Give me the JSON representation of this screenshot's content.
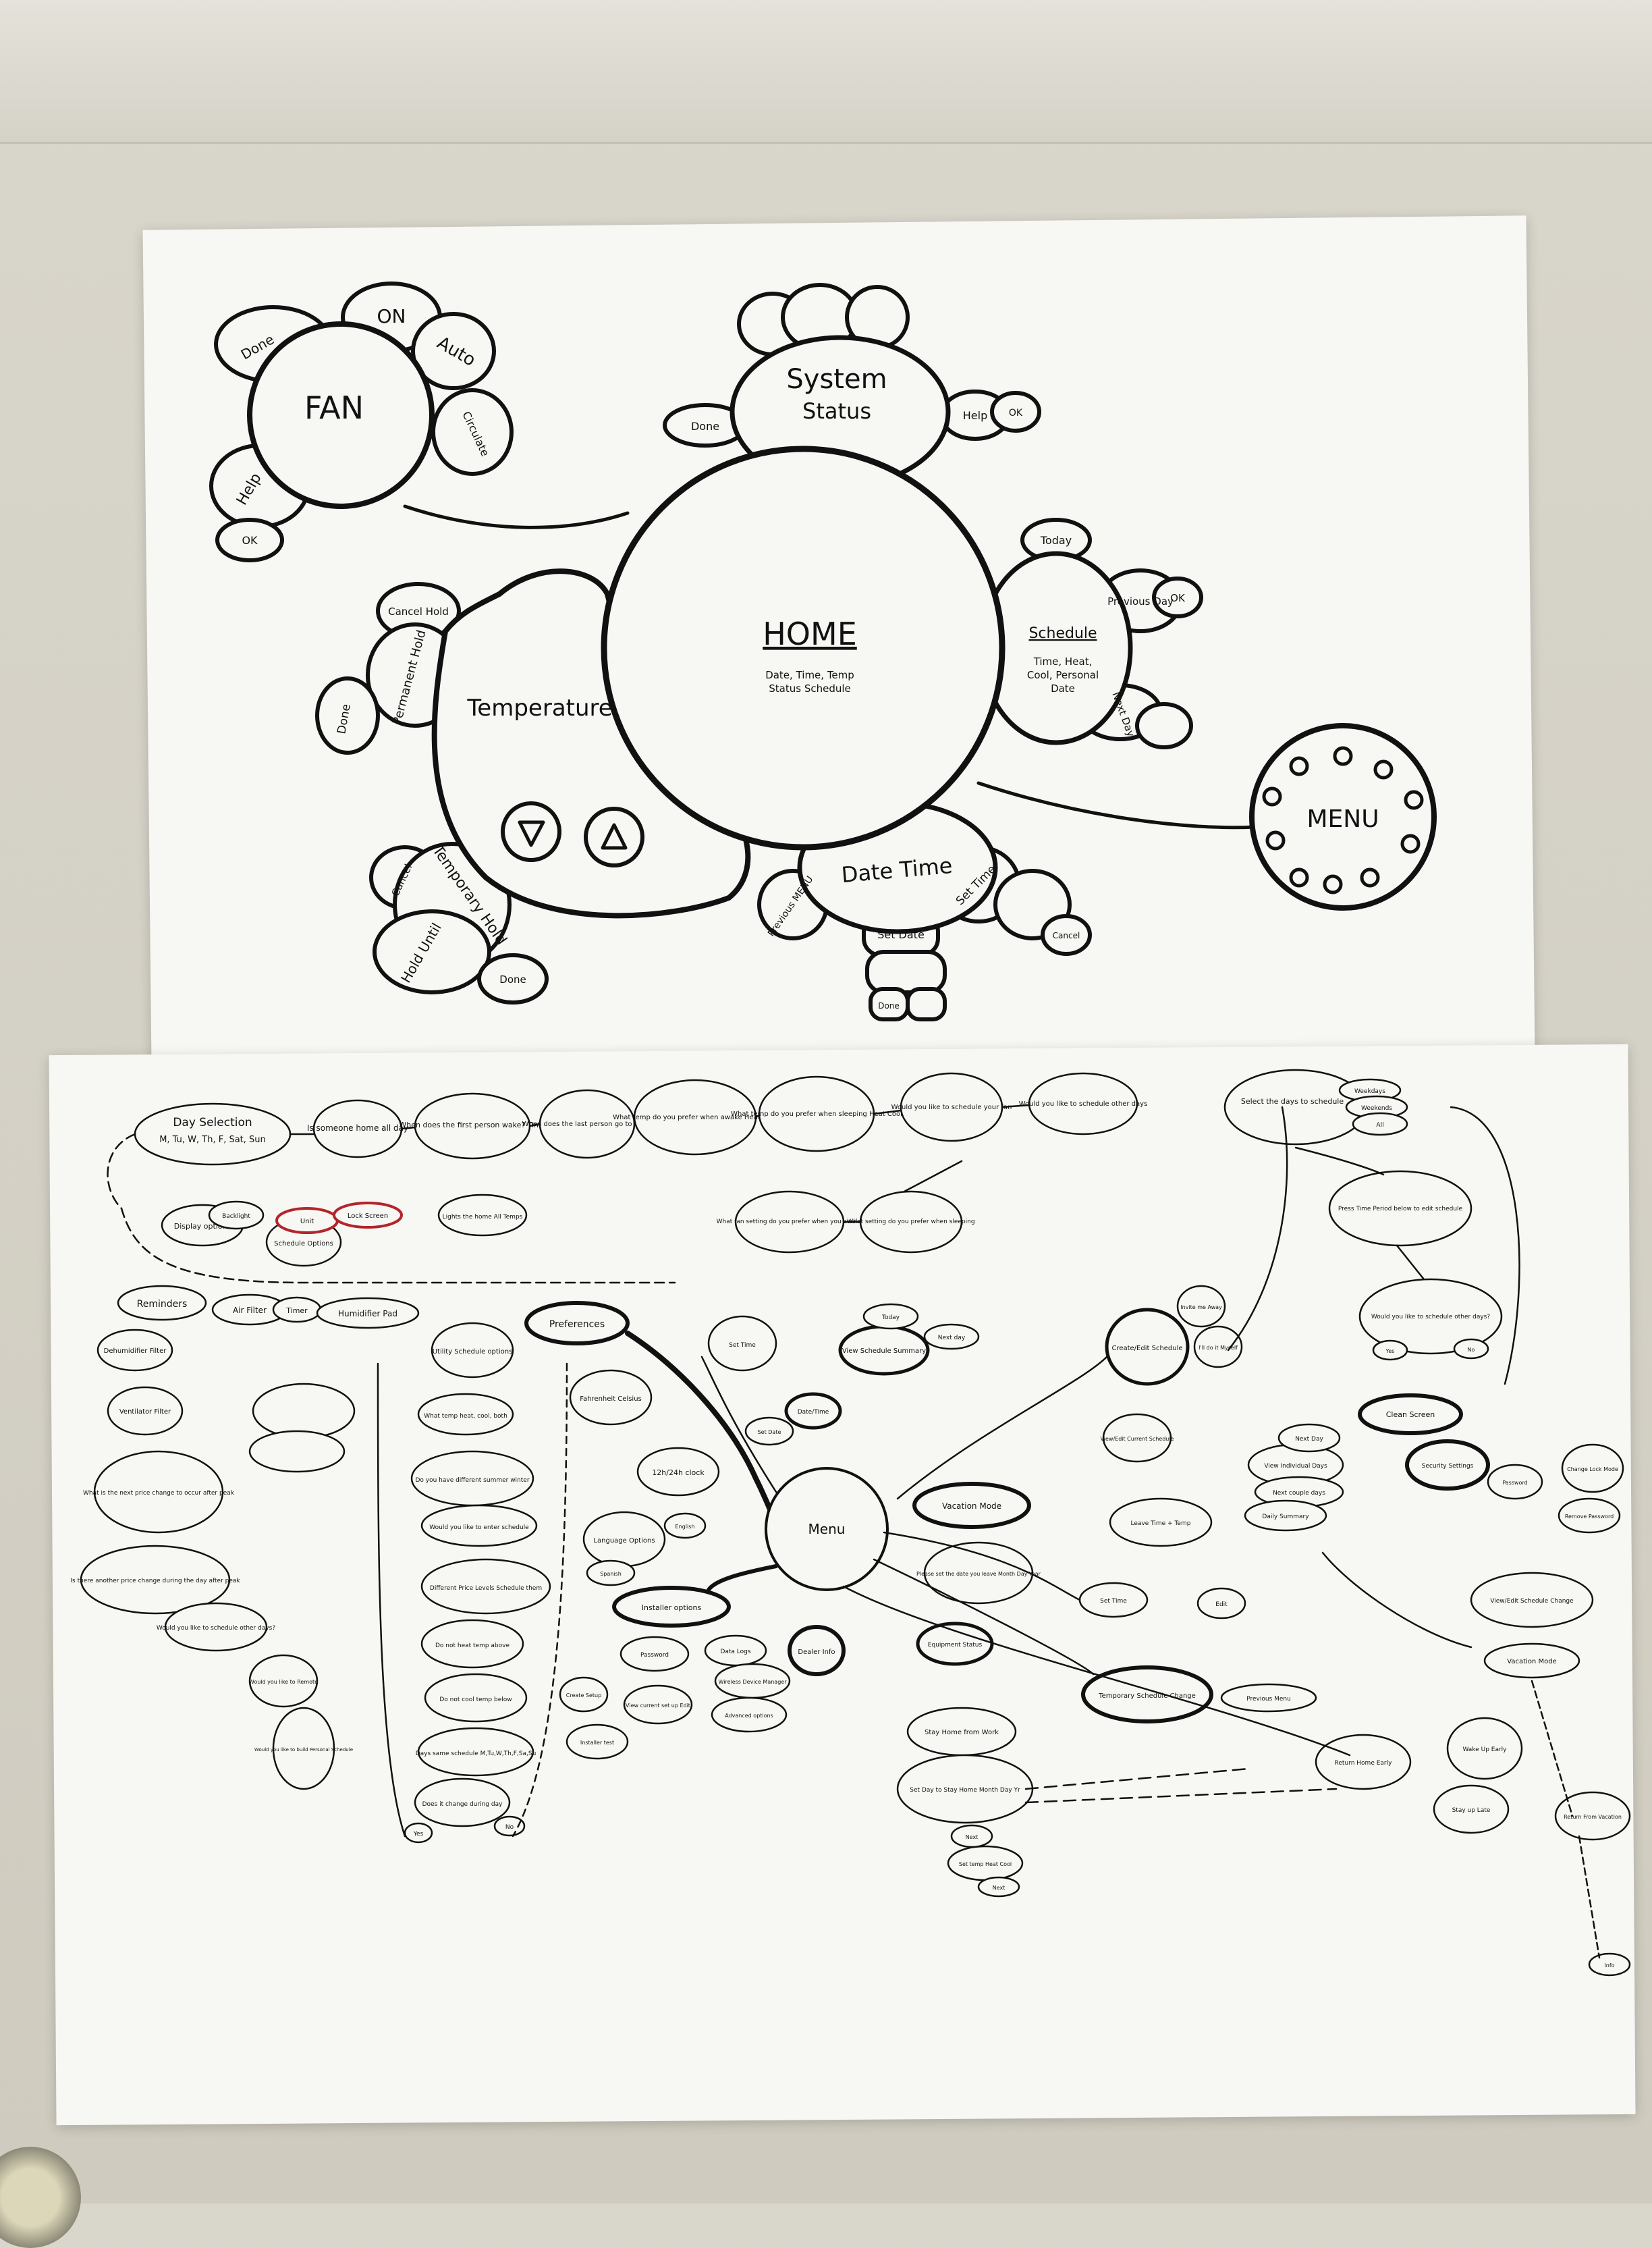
{
  "top_sheet": {
    "home": {
      "title": "HOME",
      "subtitle_1": "Date, Time, Temp",
      "subtitle_2": "Status Schedule"
    },
    "fan": {
      "title": "FAN",
      "petals": [
        "Done",
        "ON",
        "Auto",
        "Circulate",
        "Help",
        "OK"
      ]
    },
    "system_status": {
      "title_1": "System",
      "title_2": "Status",
      "petals": [
        "Done",
        "Help",
        "OK"
      ]
    },
    "schedule": {
      "title": "Schedule",
      "sub_1": "Time, Heat,",
      "sub_2": "Cool, Personal",
      "sub_3": "Date",
      "petals": [
        "Today",
        "Previous Day",
        "OK",
        "Next Day"
      ]
    },
    "temperature": {
      "title": "Temperature",
      "petals": [
        "Cancel Hold",
        "Permanent Hold",
        "Done",
        "Temporary Hold",
        "Hold Until",
        "Cancel",
        "Done"
      ]
    },
    "date_time": {
      "title": "Date Time",
      "petals": [
        "Previous MENU",
        "Set Time",
        "Set Date",
        "Done",
        "Cancel"
      ]
    },
    "menu": {
      "title": "MENU"
    }
  },
  "bottom_sheet": {
    "top_row": [
      "Day Selection",
      "M, Tu, W, Th, F, Sat, Sun",
      "Is someone home all day",
      "When does the first person wake? Time",
      "When does the last person go to sleep",
      "What temp do you prefer when awake Heat Cool",
      "What temp do you prefer when sleeping Heat Cool",
      "Would you like to schedule your fan",
      "Would you like to schedule other days"
    ],
    "right_flow": [
      "Select the days to schedule",
      "Weekdays",
      "Weekends",
      "All",
      "Press Time Period below to edit schedule",
      "Would you like to schedule other days?",
      "Yes",
      "No",
      "Clean Screen",
      "Security Settings",
      "Password",
      "Change Lock Mode",
      "Remove Password",
      "View/Edit Schedule Change",
      "Vacation Mode",
      "Return From Vacation",
      "Info"
    ],
    "left_flow": [
      "Reminders",
      "Air Filter",
      "Timer",
      "Humidifier Pad",
      "Dehumidifier Filter",
      "Ventilator Filter",
      "What is the next price change to occur after peak",
      "Is there another price change during the day after peak",
      "Would you like to schedule other days?",
      "Would you like to Remote",
      "Would you like to build Personal Schedule"
    ],
    "utility": [
      "Utility Schedule options",
      "What temp heat, cool, both",
      "Do you have different summer winter",
      "Would you like to enter schedule",
      "Different Price Levels Schedule them",
      "Do not heat temp above",
      "Do not cool temp below",
      "Days same schedule M,Tu,W,Th,F,Sa,Su",
      "Does it change during day",
      "Yes",
      "No"
    ],
    "center": [
      "Preferences",
      "Fahrenheit Celsius",
      "12h/24h clock",
      "Language Options",
      "English",
      "Spanish",
      "Menu",
      "Installer options",
      "Password",
      "Data Logs",
      "Create Setup",
      "Wireless Device Manager",
      "View current set up Edit",
      "Advanced options",
      "Installer test",
      "Dealer Info",
      "Set Time",
      "Set Date",
      "Date/Time",
      "View Schedule Summary",
      "Today",
      "Next day",
      "Vacation Mode",
      "Please set the date you leave Month Day Year",
      "Set Time",
      "Edit",
      "Equipment Status",
      "Create/Edit Schedule",
      "Invite me Away",
      "I'll do it Myself",
      "View/Edit Current Schedule",
      "Leave Time + Temp",
      "View Individual Days",
      "Next Day",
      "Next couple days",
      "Daily Summary",
      "Temporary Schedule Change",
      "Previous Menu",
      "Stay Home from Work",
      "Set Day to Stay Home Month Day Yr",
      "Next",
      "Set temp Heat Cool",
      "Next",
      "Return Home Early",
      "Wake Up Early",
      "Stay up Late"
    ],
    "preferences_branch": [
      "Display options",
      "Backlight",
      "Schedule Options",
      "Unit",
      "Lock Screen",
      "Lights the home All Temps",
      "What fan setting do you prefer when you awake",
      "What setting do you prefer when sleeping"
    ]
  },
  "colors": {
    "ink": "#111111",
    "paper": "#f7f7f4",
    "desk": "#d5d2c8",
    "red_ink": "#b3252a"
  }
}
